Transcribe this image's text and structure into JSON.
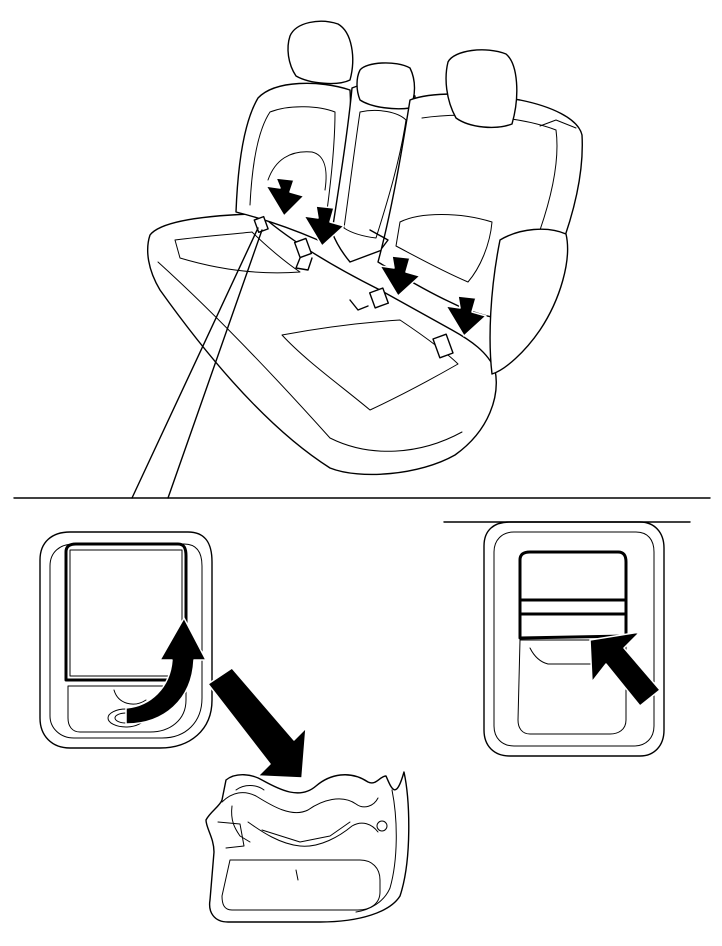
{
  "colors": {
    "stroke": "#000000",
    "background": "#ffffff",
    "arrow_fill": "#000000"
  },
  "icons": [
    "rear-seat-illustration",
    "seatbelt-buckle-cover-closeup",
    "latch-anchor-closeup",
    "buckle-cover-removed-illustration"
  ]
}
